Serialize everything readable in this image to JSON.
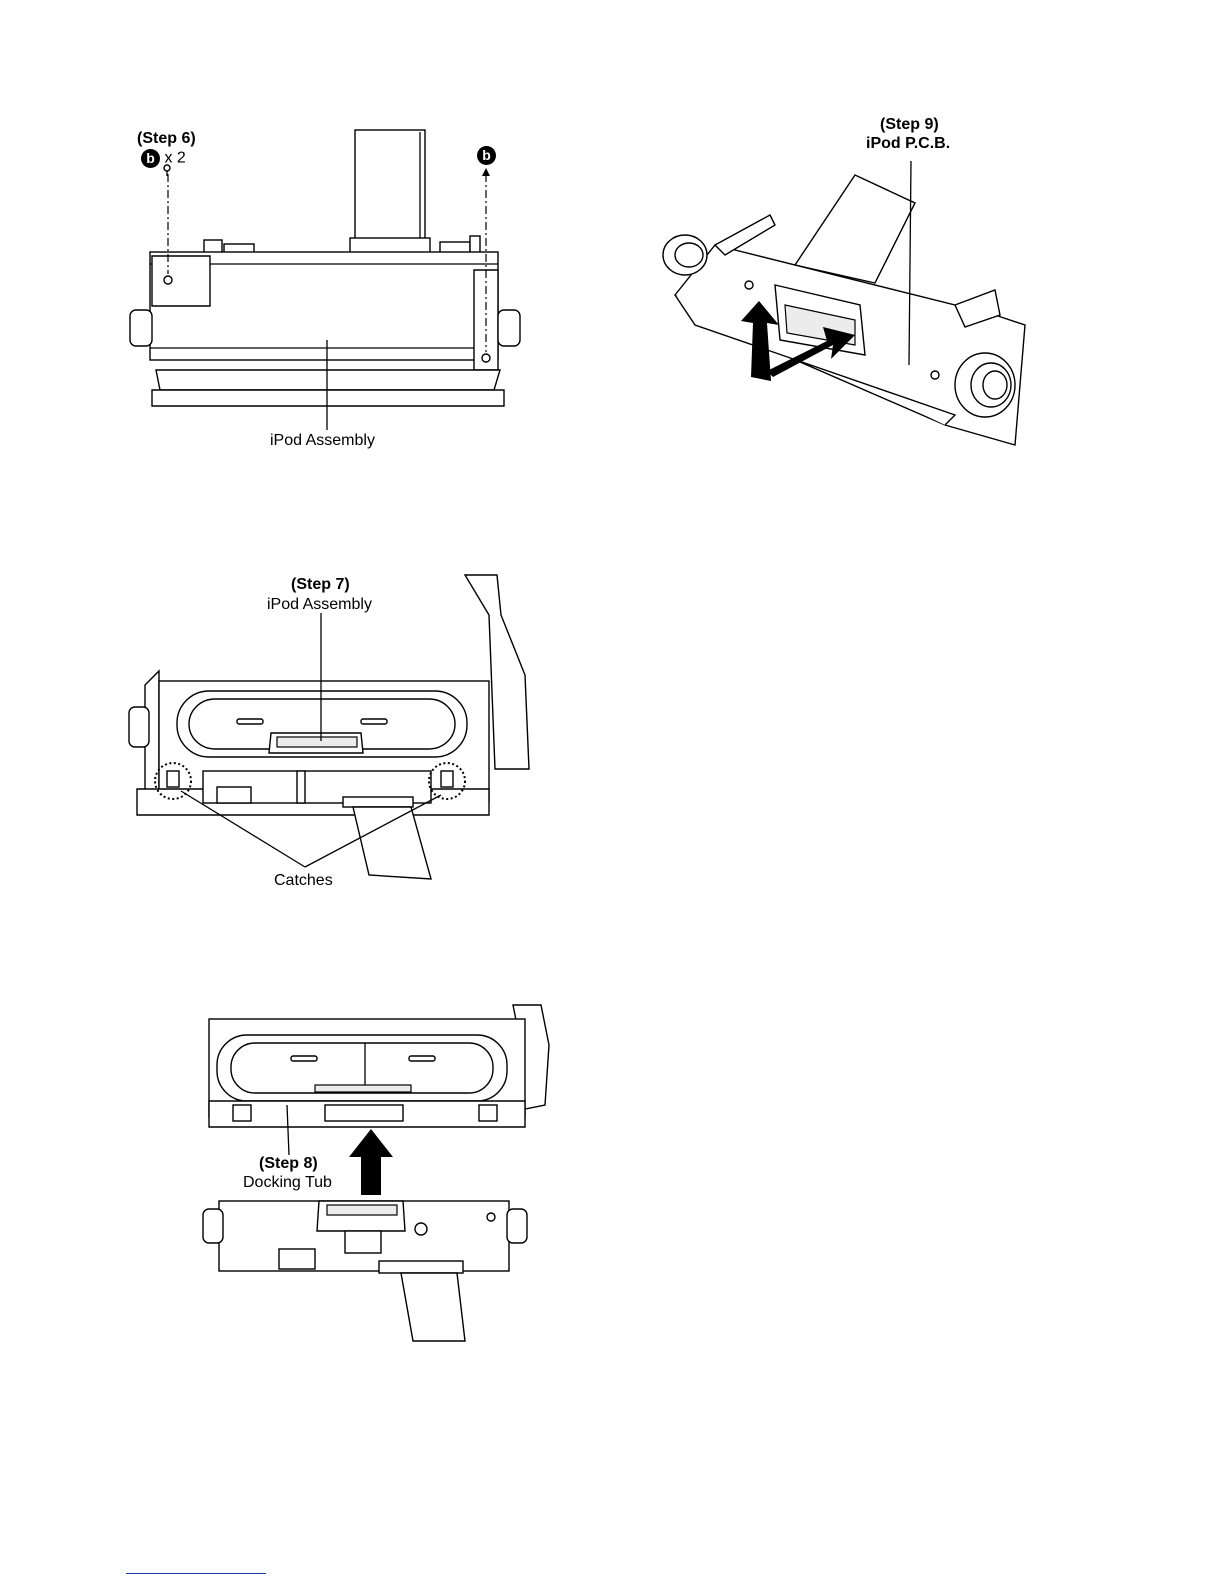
{
  "figures": {
    "step6": {
      "step": "(Step 6)",
      "screw_badge": "b",
      "screw_count": "x 2",
      "screw_badge_right": "b",
      "label": "iPod Assembly"
    },
    "step7": {
      "step": "(Step 7)",
      "label": "iPod Assembly",
      "catches_label": "Catches"
    },
    "step8": {
      "step": "(Step 8)",
      "label": "Docking Tub"
    },
    "step9": {
      "step": "(Step 9)",
      "label": "iPod P.C.B."
    }
  },
  "icons": {
    "screw": "screw-icon",
    "arrow": "arrow-up-icon"
  }
}
